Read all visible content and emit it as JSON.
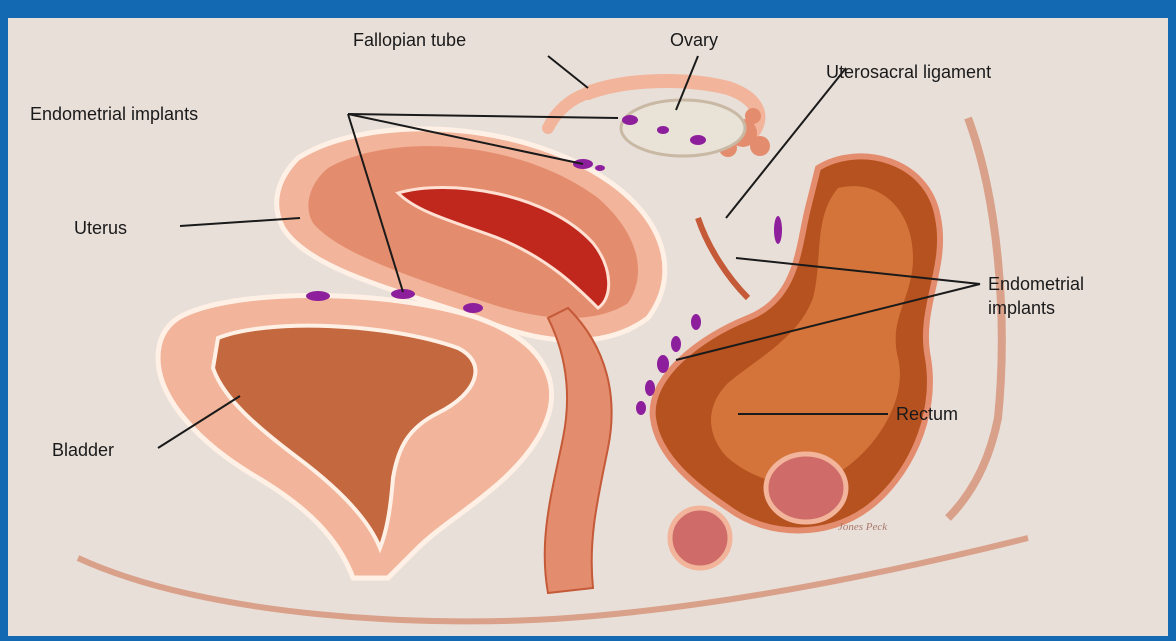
{
  "frame_color": "#1469b3",
  "background_color": "#e8dfd9",
  "labels": {
    "fallopian_tube": "Fallopian tube",
    "ovary": "Ovary",
    "uterosacral_ligament": "Uterosacral ligament",
    "endometrial_implants_top": "Endometrial implants",
    "uterus": "Uterus",
    "endometrial_implants_right_1": "Endometrial",
    "endometrial_implants_right_2": "implants",
    "rectum": "Rectum",
    "bladder": "Bladder",
    "signature": "Jones Peck"
  },
  "colors": {
    "tissue_light": "#f2b49a",
    "tissue_mid": "#e48c6e",
    "tissue_dark": "#c45a38",
    "lumen_red": "#c0281e",
    "implant_purple": "#8e1f9c",
    "rectum_brown": "#b5521f",
    "ovary_white": "#e9e2d6"
  }
}
